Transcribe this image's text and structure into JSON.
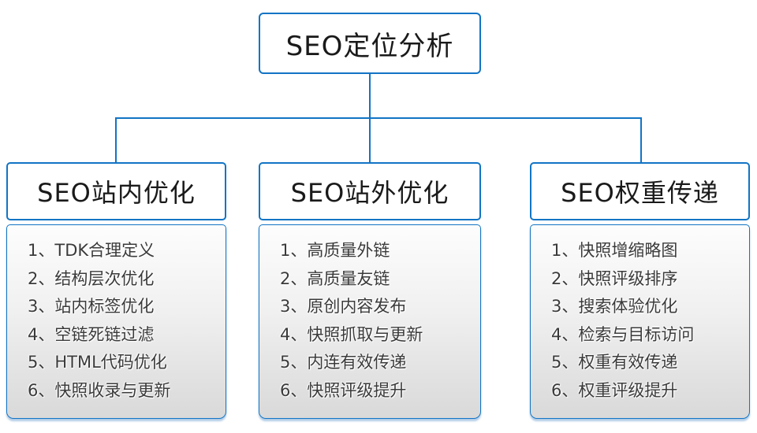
{
  "diagram": {
    "root": {
      "title": "SEO定位分析"
    },
    "columns": [
      {
        "title": "SEO站内优化",
        "items": [
          "1、TDK合理定义",
          "2、结构层次优化",
          "3、站内标签优化",
          "4、空链死链过滤",
          "5、HTML代码优化",
          "6、快照收录与更新"
        ]
      },
      {
        "title": "SEO站外优化",
        "items": [
          "1、高质量外链",
          "2、高质量友链",
          "3、原创内容发布",
          "4、快照抓取与更新",
          "5、内连有效传递",
          "6、快照评级提升"
        ]
      },
      {
        "title": "SEO权重传递",
        "items": [
          "1、快照增缩略图",
          "2、快照评级排序",
          "3、搜索体验优化",
          "4、检索与目标访问",
          "5、权重有效传递",
          "6、权重评级提升"
        ]
      }
    ],
    "colors": {
      "accent_border": "#1274c5",
      "header_text": "#1a1a1a",
      "list_text": "#3a3a3a",
      "list_bg_top": "#fdfdfd",
      "list_bg_bottom": "#d9d9d9",
      "background": "#ffffff"
    }
  }
}
